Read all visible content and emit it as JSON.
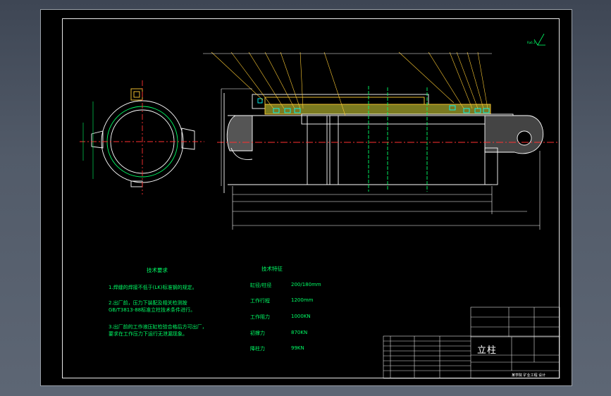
{
  "tech_requirements": {
    "title": "技术要求",
    "items": [
      "1.焊缝的焊接不低于(LK)标准钢的规定。",
      "2.出厂前，压力下装配及相关检测按",
      "GB/T3813-88标准立柱技术条件进行。",
      "3.出厂前的工作液压缸检验合格后方可出厂，",
      "要求在工作压力下运行无泄漏现象。"
    ]
  },
  "tech_specs": {
    "title": "技术特征",
    "rows": [
      {
        "label": "缸径/柱径",
        "value": "200/180mm"
      },
      {
        "label": "工作行程",
        "value": "1200mm"
      },
      {
        "label": "工作阻力",
        "value": "1000KN"
      },
      {
        "label": "初撑力",
        "value": "870KN"
      },
      {
        "label": "降柱力",
        "value": "99KN"
      }
    ]
  },
  "title_block": {
    "name": "立柱",
    "school": "某学院 矿业工程 设计"
  }
}
